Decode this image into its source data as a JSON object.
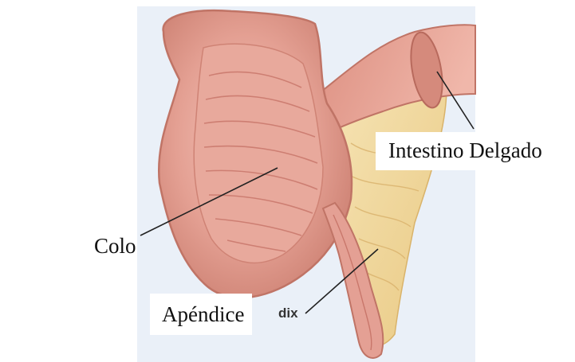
{
  "diagram": {
    "colors": {
      "panel_bg": "#eaf0f8",
      "tissue_outer": "#e9a599",
      "tissue_inner": "#d98578",
      "tissue_fold": "#c9776b",
      "fat": "#f0d89c",
      "leader_line": "#222222"
    },
    "labels": {
      "colon": "Colo",
      "small_intestine": "Intestino Delgado",
      "appendix": "Apéndice",
      "appendix_residual": "dix"
    }
  }
}
